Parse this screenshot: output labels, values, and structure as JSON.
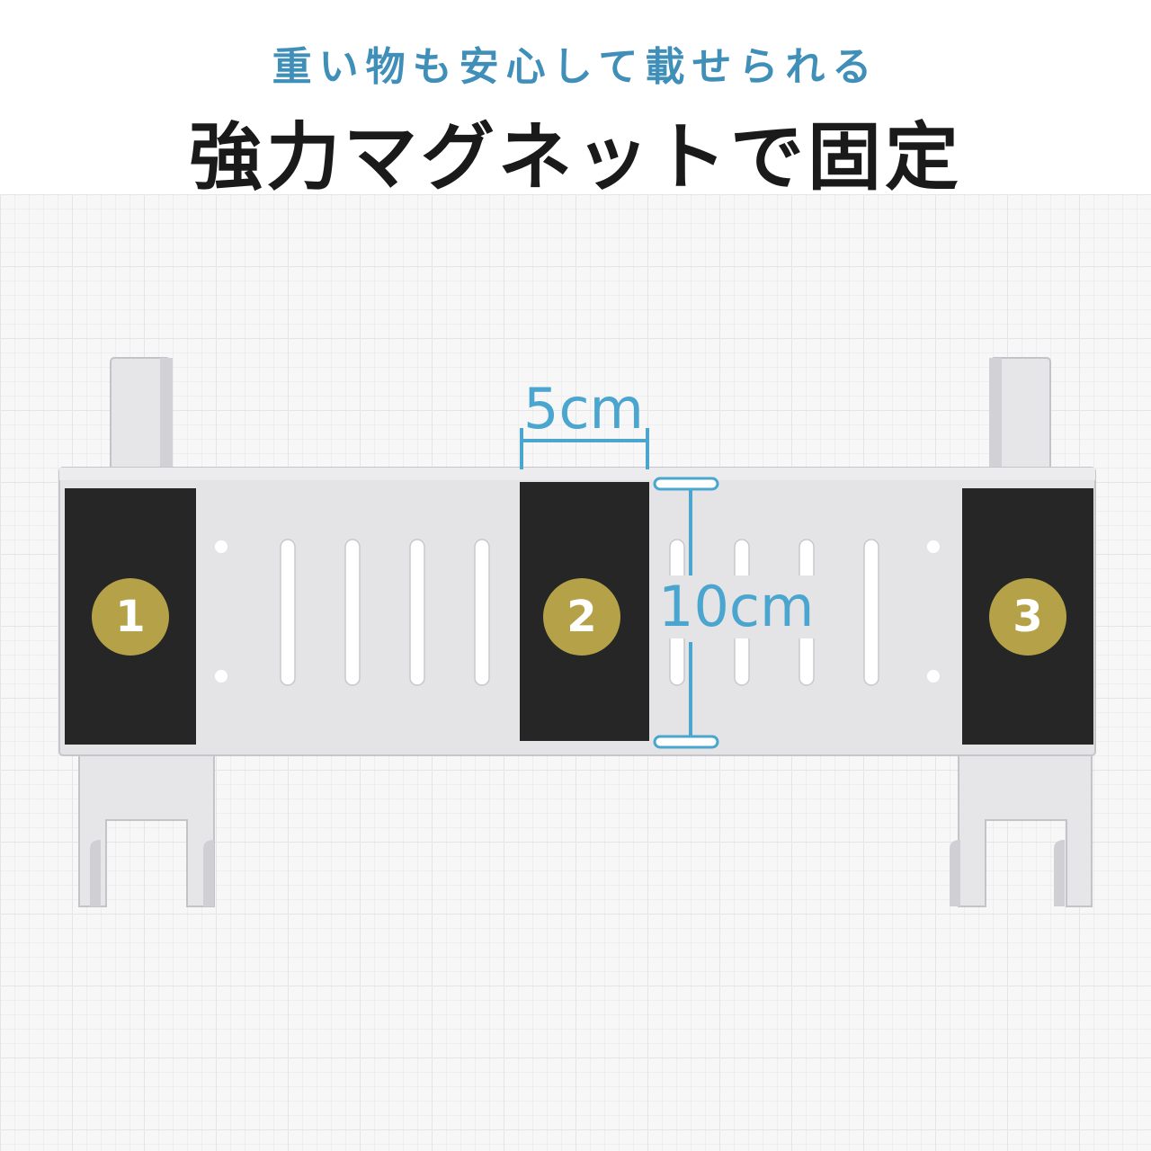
{
  "header": {
    "subtitle": "重い物も安心して載せられる",
    "title": "強力マグネットで固定"
  },
  "dimensions": {
    "width_label": "5cm",
    "height_label": "10cm"
  },
  "magnets": [
    {
      "number": "1"
    },
    {
      "number": "2"
    },
    {
      "number": "3"
    }
  ],
  "colors": {
    "subtitle": "#3f8fb9",
    "title": "#1a1a1a",
    "dimension": "#4aa6cf",
    "badge": "#b5a248",
    "magnet": "#262626",
    "tray": "#e4e4e6"
  }
}
